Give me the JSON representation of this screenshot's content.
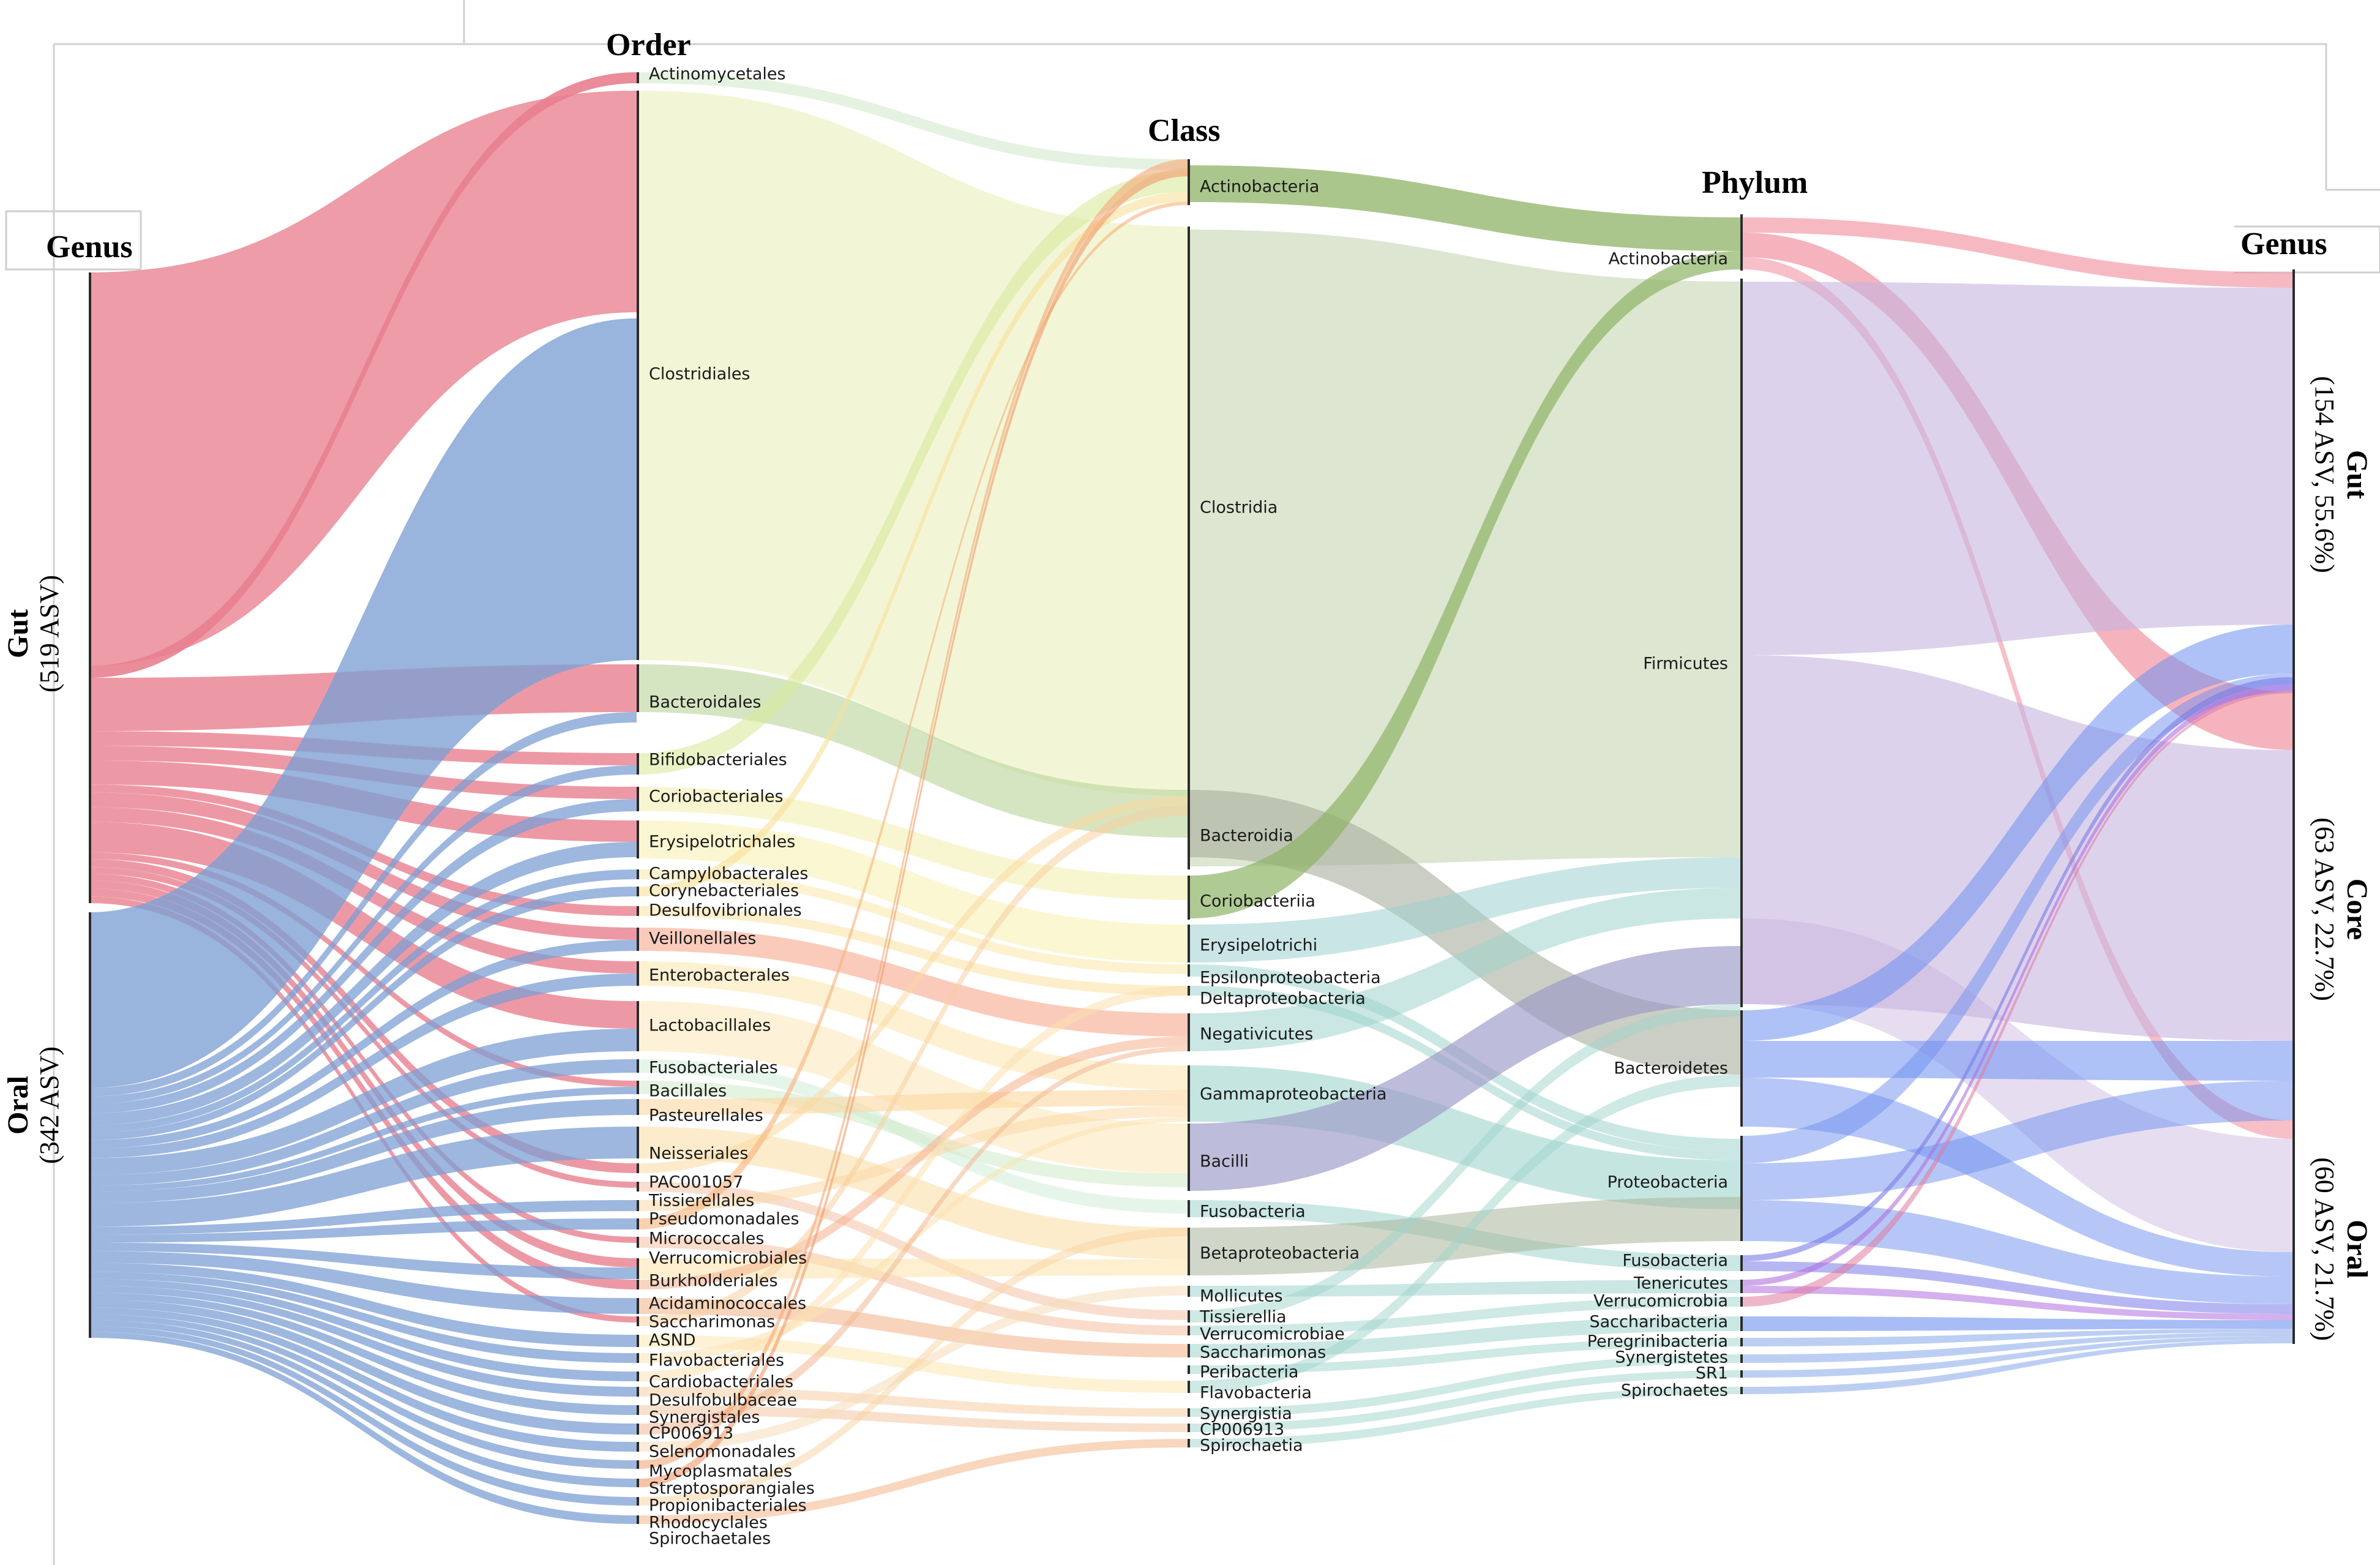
{
  "columns": {
    "genus_left": "Genus",
    "order": "Order",
    "class": "Class",
    "phylum": "Phylum",
    "genus_right": "Genus"
  },
  "groups": {
    "gut_left": {
      "name": "Gut",
      "detail": "(519 ASV)"
    },
    "oral_left": {
      "name": "Oral",
      "detail": "(342 ASV)"
    },
    "gut_right": {
      "name": "Gut",
      "detail": "(154 ASV, 55.6%)"
    },
    "core_right": {
      "name": "Core",
      "detail": "(63 ASV, 22.7%)"
    },
    "oral_right": {
      "name": "Oral",
      "detail": "(60 ASV, 21.7%)"
    }
  },
  "colors": {
    "gut": "#e8808f",
    "oral": "#7c9fd4",
    "core": "#c7b4e0",
    "actinobacteria": "#8fb366",
    "firmicutes": "#c9d9b8",
    "bacteroidetes": "#a8ad9c",
    "proteobacteria": "#9fd4cc",
    "class_flow": "#eef3c8",
    "order_flow_warm": "#f5b07a"
  },
  "orders": [
    "Actinomycetales",
    "Clostridiales",
    "Bacteroidales",
    "Bifidobacteriales",
    "Coriobacteriales",
    "Erysipelotrichales",
    "Campylobacterales",
    "Corynebacteriales",
    "Desulfovibrionales",
    "Veillonellales",
    "Enterobacterales",
    "Lactobacillales",
    "Fusobacteriales",
    "Bacillales",
    "Pasteurellales",
    "Neisseriales",
    "PAC001057",
    "Tissierellales",
    "Pseudomonadales",
    "Micrococcales",
    "Verrucomicrobiales",
    "Burkholderiales",
    "Acidaminococcales",
    "Saccharimonas",
    "ASND",
    "Flavobacteriales",
    "Cardiobacteriales",
    "Desulfobulbaceae",
    "Synergistales",
    "CP006913",
    "Selenomonadales",
    "Mycoplasmatales",
    "Streptosporangiales",
    "Propionibacteriales",
    "Rhodocyclales",
    "Spirochaetales"
  ],
  "classes": [
    "Actinobacteria",
    "Clostridia",
    "Bacteroidia",
    "Coriobacteriia",
    "Erysipelotrichi",
    "Epsilonproteobacteria",
    "Deltaproteobacteria",
    "Negativicutes",
    "Gammaproteobacteria",
    "Bacilli",
    "Fusobacteria",
    "Betaproteobacteria",
    "Mollicutes",
    "Tissierellia",
    "Verrucomicrobiae",
    "Saccharimonas",
    "Peribacteria",
    "Flavobacteria",
    "Synergistia",
    "CP006913",
    "Spirochaetia"
  ],
  "phyla": [
    "Actinobacteria",
    "Firmicutes",
    "Bacteroidetes",
    "Proteobacteria",
    "Fusobacteria",
    "Tenericutes",
    "Verrucomicrobia",
    "Saccharibacteria",
    "Peregrinibacteria",
    "Synergistetes",
    "SR1",
    "Spirochaetes"
  ]
}
